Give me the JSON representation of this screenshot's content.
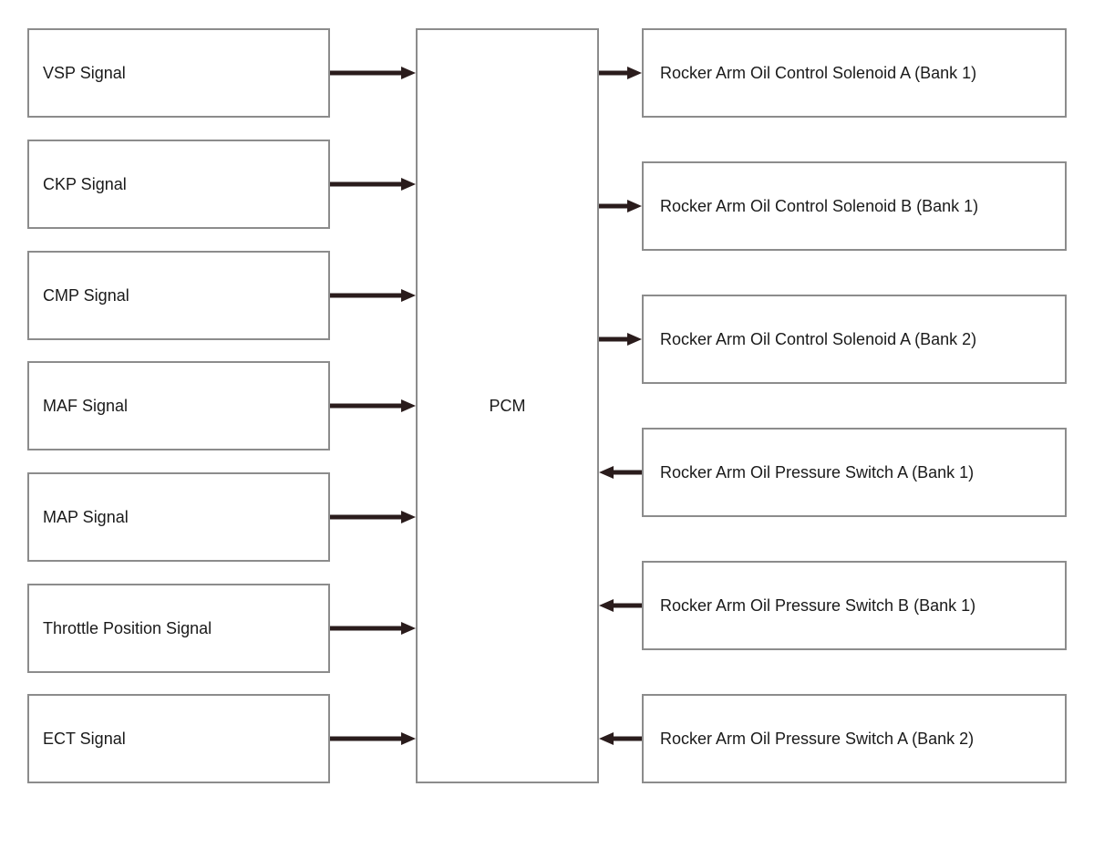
{
  "diagram": {
    "center": {
      "label": "PCM"
    },
    "inputs": [
      {
        "label": "VSP Signal"
      },
      {
        "label": "CKP Signal"
      },
      {
        "label": "CMP Signal"
      },
      {
        "label": "MAF Signal"
      },
      {
        "label": "MAP Signal"
      },
      {
        "label": "Throttle Position Signal"
      },
      {
        "label": "ECT Signal"
      }
    ],
    "outputs": [
      {
        "label": "Rocker Arm Oil Control Solenoid A (Bank 1)",
        "direction": "out"
      },
      {
        "label": "Rocker Arm Oil Control Solenoid B (Bank 1)",
        "direction": "out"
      },
      {
        "label": "Rocker Arm Oil Control Solenoid A (Bank 2)",
        "direction": "out"
      },
      {
        "label": "Rocker Arm Oil Pressure Switch A (Bank 1)",
        "direction": "in"
      },
      {
        "label": "Rocker Arm Oil Pressure Switch B (Bank 1)",
        "direction": "in"
      },
      {
        "label": "Rocker Arm Oil Pressure Switch A (Bank 2)",
        "direction": "in"
      }
    ],
    "colors": {
      "border": "#8c8c8c",
      "arrow": "#2a1c1c",
      "text": "#1a1a1a"
    }
  }
}
